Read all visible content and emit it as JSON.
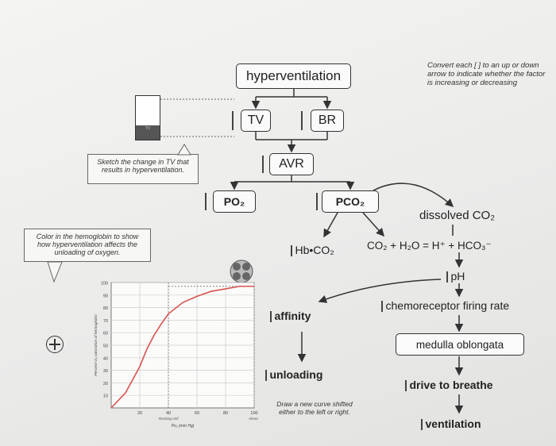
{
  "header": {
    "instruction": "Convert each [ ] to an up or down arrow to indicate whether the factor is increasing or decreasing"
  },
  "flow": {
    "hyperventilation": "hyperventilation",
    "tv": "TV",
    "br": "BR",
    "avr": "AVR",
    "po2": "PO₂",
    "pco2": "PCO₂",
    "dissolved_co2": "dissolved CO₂",
    "hbco2": "Hb•CO₂",
    "equation": "CO₂ + H₂O  =  H⁺ + HCO₃⁻",
    "ph": "pH",
    "chemoreceptor": "chemoreceptor firing rate",
    "medulla": "medulla oblongata",
    "drive": "drive to breathe",
    "ventilation": "ventilation",
    "affinity": "affinity",
    "unloading": "unloading"
  },
  "callouts": {
    "sketch_tv": "Sketch the change in TV that results in hyperventilation.",
    "color_hb": "Color in the hemoglobin to show how hyperventilation affects the unloading of oxygen.",
    "draw_curve": "Draw a new curve shifted either to the left or right."
  },
  "beaker": {
    "label": "TV"
  },
  "chart_data": {
    "type": "line",
    "title": "",
    "ylabel": "Percent O₂ saturation of hemoglobin",
    "xlabel": "Po₂ (mm Hg)",
    "x_annotations": [
      {
        "x": 40,
        "label": "Resting cell"
      },
      {
        "x": 100,
        "label": "Alveoli"
      }
    ],
    "xlim": [
      0,
      100
    ],
    "ylim": [
      0,
      100
    ],
    "x_ticks": [
      20,
      40,
      60,
      80,
      100
    ],
    "y_ticks": [
      10,
      20,
      30,
      40,
      50,
      60,
      70,
      80,
      90,
      100
    ],
    "series": [
      {
        "color": "#d9534f",
        "x": [
          0,
          10,
          20,
          25,
          30,
          35,
          40,
          50,
          60,
          70,
          80,
          90,
          100
        ],
        "y": [
          0,
          12,
          33,
          47,
          58,
          67,
          75,
          84,
          89,
          93,
          95,
          97,
          97
        ]
      }
    ],
    "grid": true
  }
}
